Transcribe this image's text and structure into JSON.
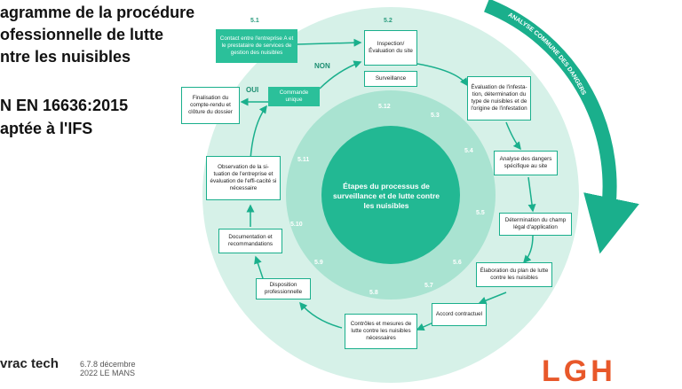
{
  "title_lines": [
    "agramme de la procédure",
    "ofessionnelle de lutte",
    "ntre les nuisibles"
  ],
  "norm_lines": [
    "N EN 16636:2015",
    "aptée à l'IFS"
  ],
  "center": "Étapes du processus de surveillance et de lutte contre les nuisibles",
  "arc_label": "ANALYSE COMMUNE DES DANGERS",
  "non_label": "NON",
  "oui_label": "OUI",
  "steps": {
    "s51": {
      "num": "5.1",
      "text": "Contact entre l'entreprise A et le prestataire de services de gestion des nuisibles"
    },
    "s52": {
      "num": "5.2",
      "text": "Inspection/ Évaluation du site"
    },
    "surveillance": "Surveillance",
    "s53": {
      "num": "5.3",
      "text": "Évaluation de l'infesta-tion, détermination du type de nuisibles et de l'origine de l'infestation"
    },
    "s54": {
      "num": "5.4",
      "text": "Analyse des dangers spécifique au site"
    },
    "s55": {
      "num": "5.5",
      "text": "Détermination du champ légal d'application"
    },
    "s56": {
      "num": "5.6",
      "text": "Élaboration du plan de lutte contre les nuisibles"
    },
    "s57": {
      "num": "5.7",
      "text": "Accord contractuel"
    },
    "s58": {
      "num": "5.8",
      "text": "Contrôles et mesures de lutte contre les nuisibles nécessaires"
    },
    "s59": {
      "num": "5.9",
      "text": "Disposition professionnelle"
    },
    "s510": {
      "num": "5.10",
      "text": "Documentation et recommandations"
    },
    "s511": {
      "num": "5.11",
      "text": "Observation de la si-tuation de l'entreprise et évaluation de l'effi-cacité si nécessaire"
    },
    "s512": {
      "num": "5.12",
      "text": "Commande unique"
    },
    "final": "Finalisation du compte-rendu et clôture du dossier"
  },
  "footer": {
    "logo": "vrac tech",
    "date_line1": "6.7.8 décembre",
    "date_line2": "2022 LE MANS",
    "brand": "LGH"
  },
  "colors": {
    "outer_ring": "#d6f1e8",
    "middle_ring": "#a9e3d1",
    "center": "#22b893",
    "accent": "#1aaf8c",
    "brand": "#e8582a"
  }
}
